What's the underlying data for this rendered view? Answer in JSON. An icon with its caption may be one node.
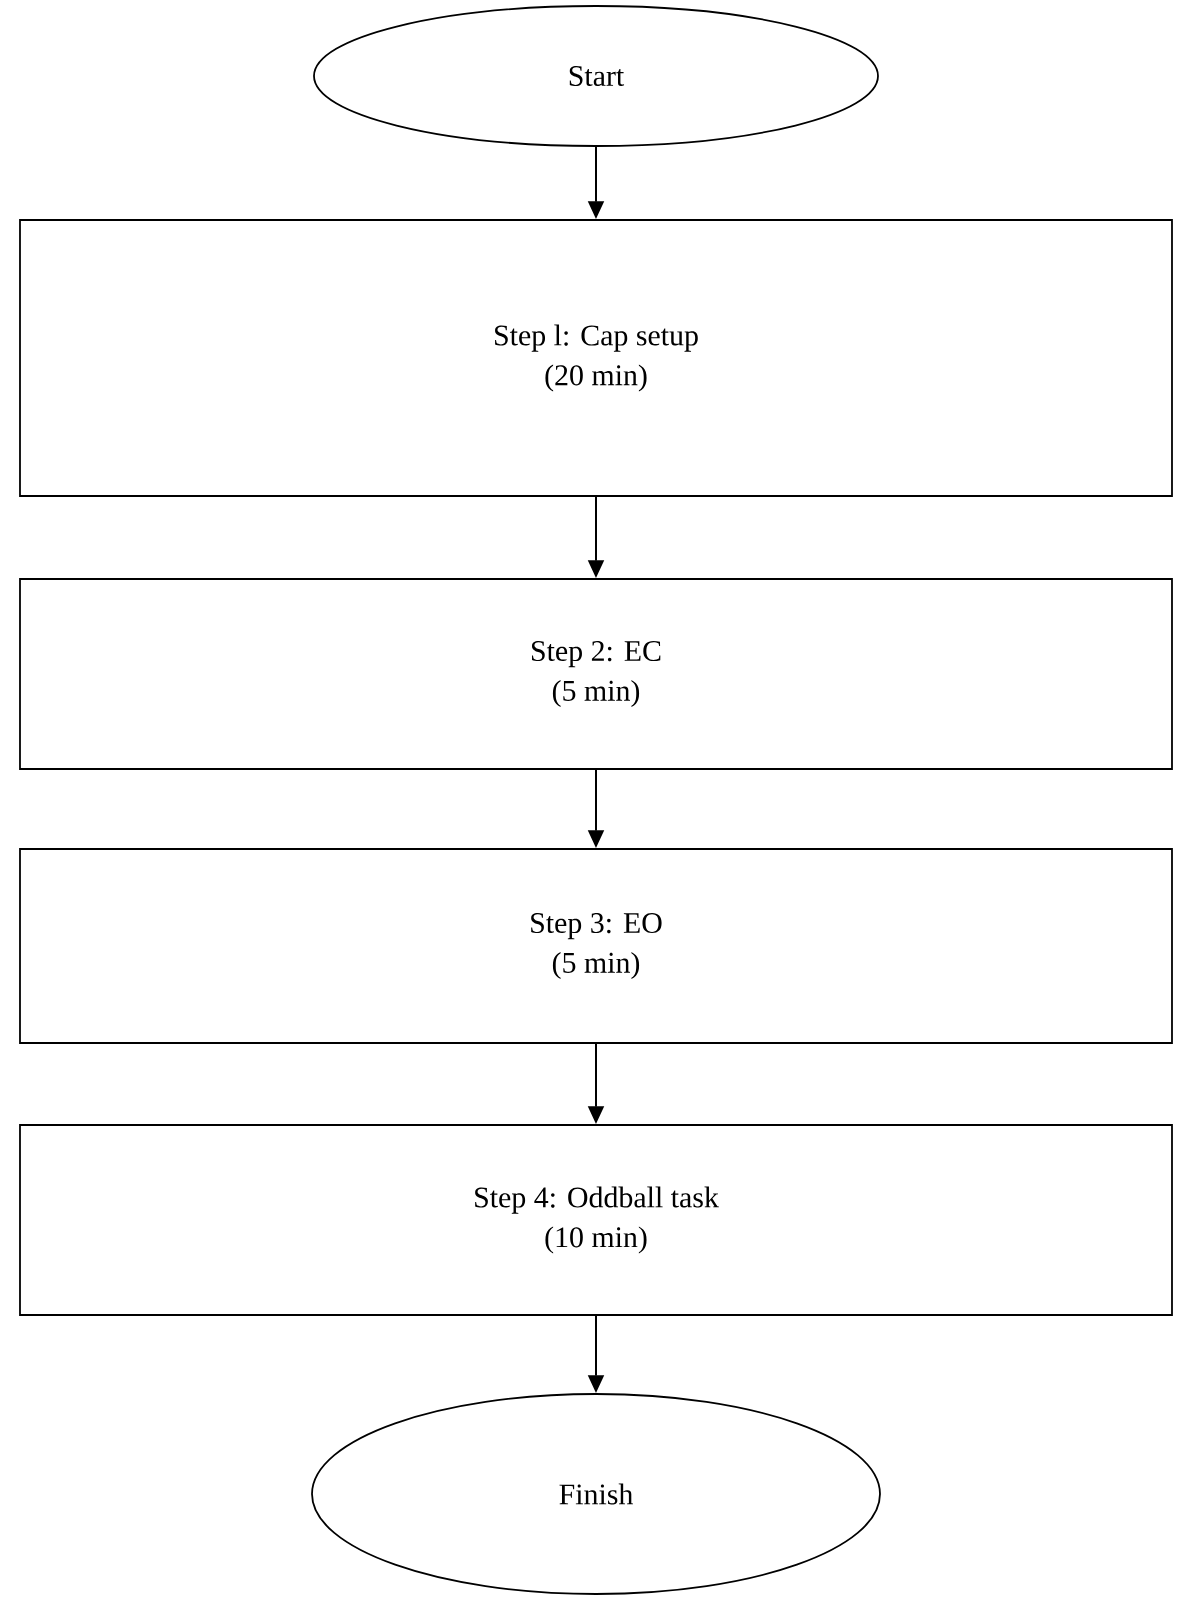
{
  "diagram": {
    "nodes": [
      {
        "text": [
          "Start"
        ]
      },
      {
        "text": [
          "Step l: Cap setup",
          "(20 min)"
        ]
      },
      {
        "text": [
          "Step 2: EC",
          "(5 min)"
        ]
      },
      {
        "text": [
          "Step 3: EO",
          "(5 min)"
        ]
      },
      {
        "text": [
          "Step 4: Oddball task",
          "(10 min)"
        ]
      },
      {
        "text": [
          "Finish"
        ]
      }
    ],
    "edges": [
      {
        "from": 0,
        "to": 1,
        "arrow": "to"
      },
      {
        "from": 1,
        "to": 2,
        "arrow": "to"
      },
      {
        "from": 2,
        "to": 3,
        "arrow": "to"
      },
      {
        "from": 3,
        "to": 4,
        "arrow": "to"
      },
      {
        "from": 4,
        "to": 5,
        "arrow": "to"
      }
    ]
  }
}
